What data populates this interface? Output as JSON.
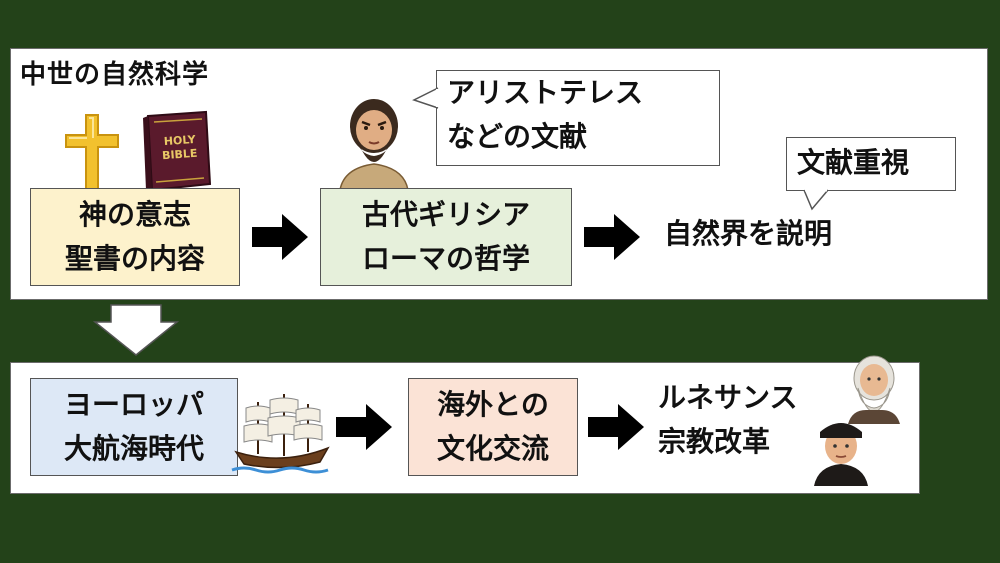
{
  "title": "中世の自然科学",
  "top_row": {
    "box_god": {
      "line1": "神の意志",
      "line2": "聖書の内容"
    },
    "box_philosophy": {
      "line1": "古代ギリシア",
      "line2": "ローマの哲学"
    },
    "explain_text": "自然界を説明",
    "bubble_aristotle": {
      "line1": "アリストテレス",
      "line2": "などの文献"
    },
    "bubble_docs": "文献重視",
    "bible_text": {
      "line1": "HOLY",
      "line2": "BIBLE"
    }
  },
  "bottom_row": {
    "box_voyage": {
      "line1": "ヨーロッパ",
      "line2": "大航海時代"
    },
    "box_culture": {
      "line1": "海外との",
      "line2": "文化交流"
    },
    "result": {
      "line1": "ルネサンス",
      "line2": "宗教改革"
    }
  },
  "colors": {
    "background": "#234219",
    "panel": "#ffffff",
    "yellow_box": "#fdf2cc",
    "green_box": "#e6f0db",
    "blue_box": "#dde8f6",
    "peach_box": "#fbe3d6",
    "arrow": "#000000"
  },
  "icons": [
    "cross-icon",
    "bible-icon",
    "aristotle-icon",
    "ship-icon",
    "leonardo-icon",
    "luther-icon",
    "arrow-right-icon",
    "arrow-down-icon"
  ]
}
